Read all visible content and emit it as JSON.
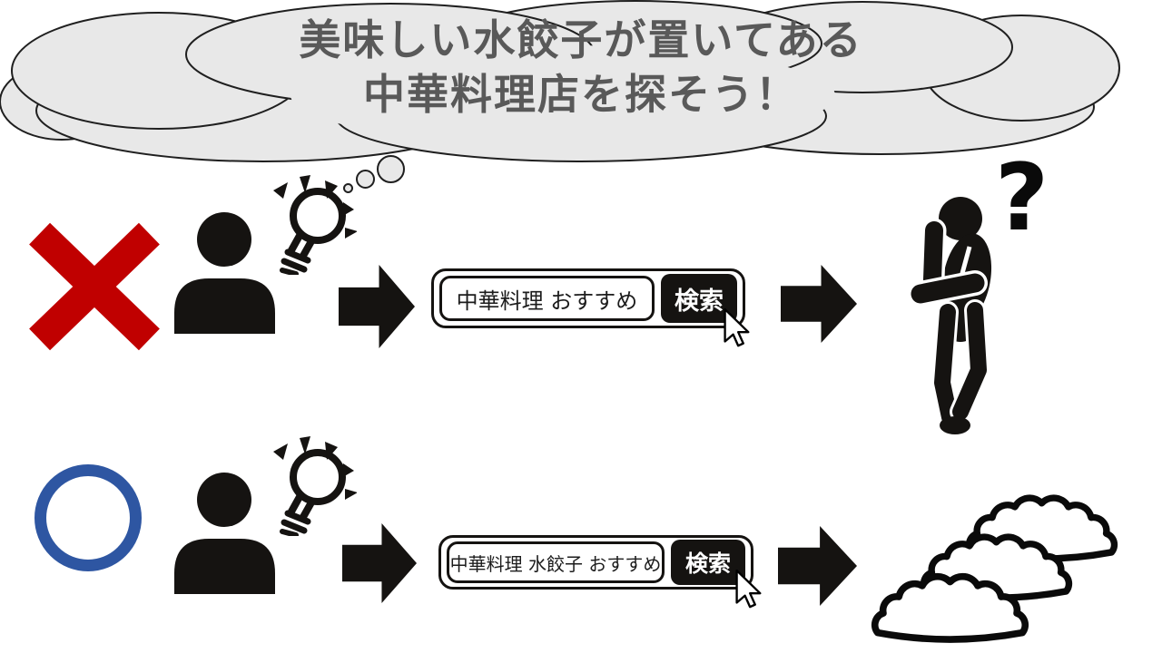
{
  "title_cloud": {
    "line1": "美味しい水餃子が置いてある",
    "line2": "中華料理店を探そう！"
  },
  "rows": {
    "bad": {
      "verdict": "ng-x-mark",
      "search": {
        "query": "中華料理 おすすめ",
        "button_label": "検索"
      },
      "result": "confused-person-with-question-mark",
      "question_mark": "?"
    },
    "good": {
      "verdict": "ok-circle-mark",
      "search": {
        "query": "中華料理 水餃子 おすすめ",
        "button_label": "検索"
      },
      "result": "boiled-dumplings"
    }
  },
  "icons": {
    "person": "person-silhouette-icon",
    "idea": "lightbulb-idea-icon",
    "arrow": "flow-arrow-right-icon",
    "cursor": "mouse-cursor-icon",
    "thinking": "thinking-person-icon",
    "dumplings": "gyoza-dumplings-icon",
    "cloud": "thought-cloud"
  },
  "colors": {
    "ng-red": "#c00000",
    "ok-blue": "#2e56a2",
    "cloud-fill": "#e8e8e8",
    "cloud-stroke": "#1f1f1f",
    "title-gray": "#595959",
    "ink": "#151311"
  }
}
